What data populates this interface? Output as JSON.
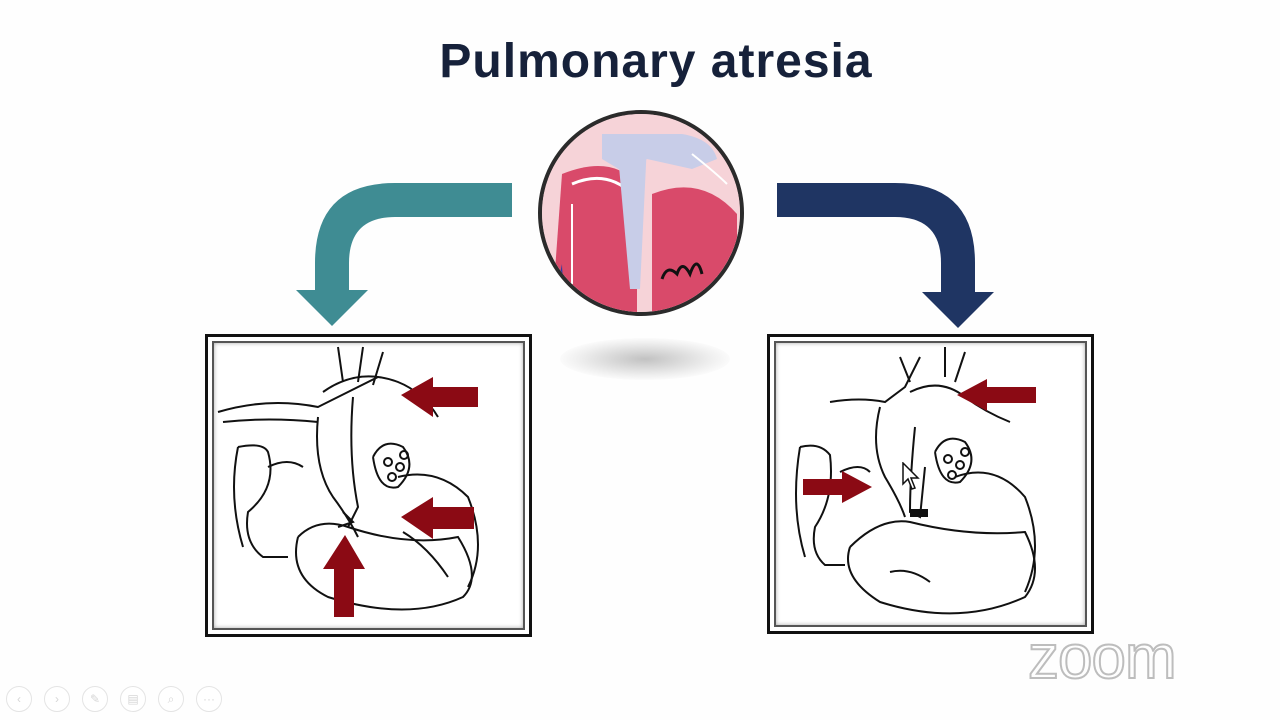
{
  "slide": {
    "title": "Pulmonary atresia",
    "colors": {
      "title": "#16213a",
      "arrow_left": "#3f8c93",
      "arrow_right": "#1f3563",
      "small_arrows": "#8b0a14"
    }
  },
  "images": {
    "center": "circular heart illustration",
    "left_panel": "heart line drawing with three red arrows",
    "right_panel": "heart line drawing with two red arrows"
  },
  "watermark": {
    "brand": "zoom"
  },
  "toolbar": {
    "buttons": [
      {
        "name": "previous-slide-button",
        "icon": "chevron-left-icon",
        "glyph": "‹"
      },
      {
        "name": "next-slide-button",
        "icon": "chevron-right-icon",
        "glyph": "›"
      },
      {
        "name": "pen-tool-button",
        "icon": "pen-icon",
        "glyph": "✎"
      },
      {
        "name": "slides-view-button",
        "icon": "slides-icon",
        "glyph": "▤"
      },
      {
        "name": "zoom-button",
        "icon": "magnifier-icon",
        "glyph": "⌕"
      },
      {
        "name": "more-options-button",
        "icon": "ellipsis-icon",
        "glyph": "···"
      }
    ]
  }
}
